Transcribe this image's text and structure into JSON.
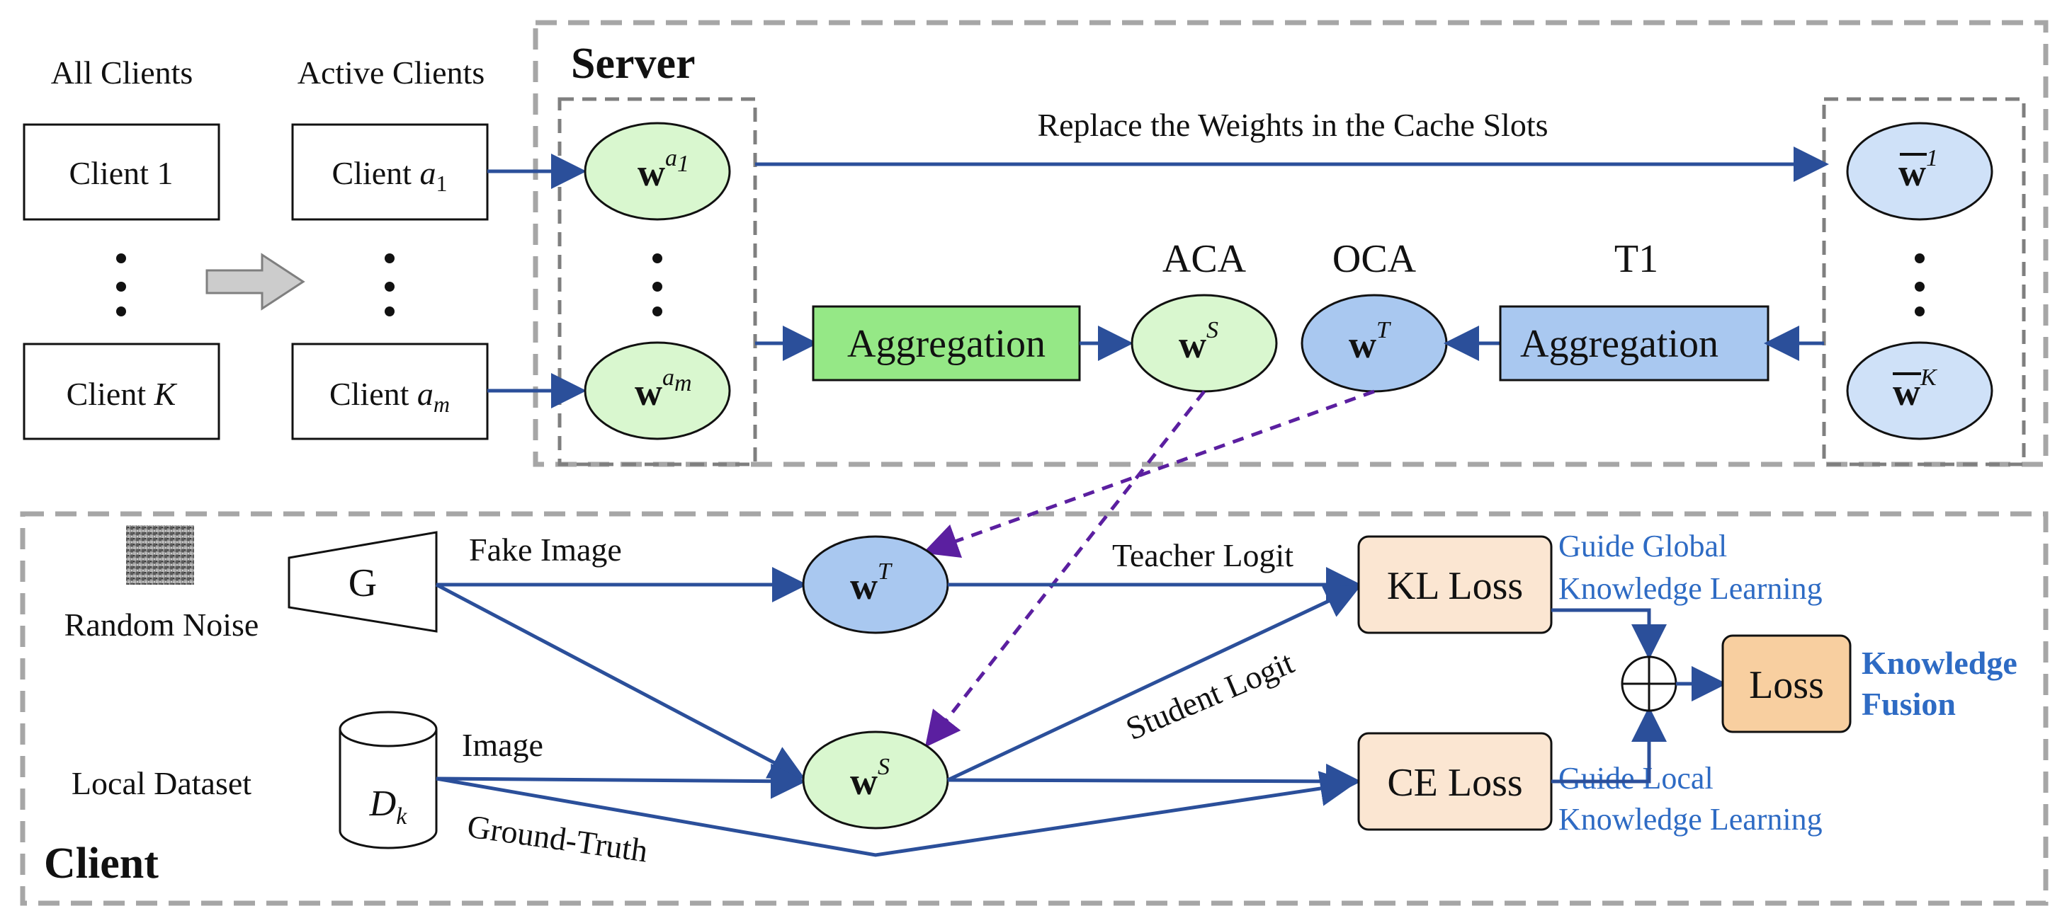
{
  "header": {
    "all_clients": "All Clients",
    "active_clients": "Active Clients"
  },
  "clients_all": {
    "client_1": "Client 1",
    "client_k_prefix": "Client ",
    "client_k_var": "K"
  },
  "clients_active": {
    "a1_prefix": "Client ",
    "a1_var": "a",
    "a1_sub": "1",
    "am_prefix": "Client ",
    "am_var": "a",
    "am_sub": "m"
  },
  "server": {
    "title": "Server",
    "replace_label": "Replace the Weights in the Cache Slots",
    "w_symbol": "w",
    "w_a1_sup": "a",
    "w_a1_subsup": "1",
    "w_am_sup": "a",
    "w_am_subsup": "m",
    "aggregation_left": "Aggregation",
    "aggregation_right": "Aggregation",
    "aca_label": "ACA",
    "oca_label": "OCA",
    "t1_label": "T1",
    "ws_sup": "S",
    "wt_sup": "T",
    "cache_w1_sup": "1",
    "cache_wk_sup": "K"
  },
  "client": {
    "title": "Client",
    "random_noise": "Random Noise",
    "generator": "G",
    "fake_image": "Fake Image",
    "local_dataset": "Local Dataset",
    "dataset_symbol": "D",
    "dataset_sub": "k",
    "image_label": "Image",
    "ground_truth": "Ground-Truth",
    "teacher_logit": "Teacher Logit",
    "student_logit": "Student Logit",
    "kl_loss": "KL Loss",
    "ce_loss": "CE Loss",
    "loss": "Loss",
    "plus_symbol": "⊕",
    "guide_global_1": "Guide Global",
    "guide_global_2": "Knowledge Learning",
    "guide_local_1": "Guide Local",
    "guide_local_2": "Knowledge Learning",
    "knowledge_fusion_1": "Knowledge",
    "knowledge_fusion_2": "Fusion",
    "wt_sup": "T",
    "ws_sup": "S"
  },
  "colors": {
    "arrow_blue": "#2b4f9a",
    "dashed_purple": "#5b1fa0",
    "green_fill": "#d9f7cf",
    "green_box": "#95e886",
    "blue_fill": "#a9c8f0",
    "light_blue_fill": "#cfe1f8",
    "peach_fill": "#fbe6d2",
    "orange_fill": "#f8cfa0",
    "dashed_gray": "#a6a6a6",
    "note_blue": "#2e6bc4"
  }
}
